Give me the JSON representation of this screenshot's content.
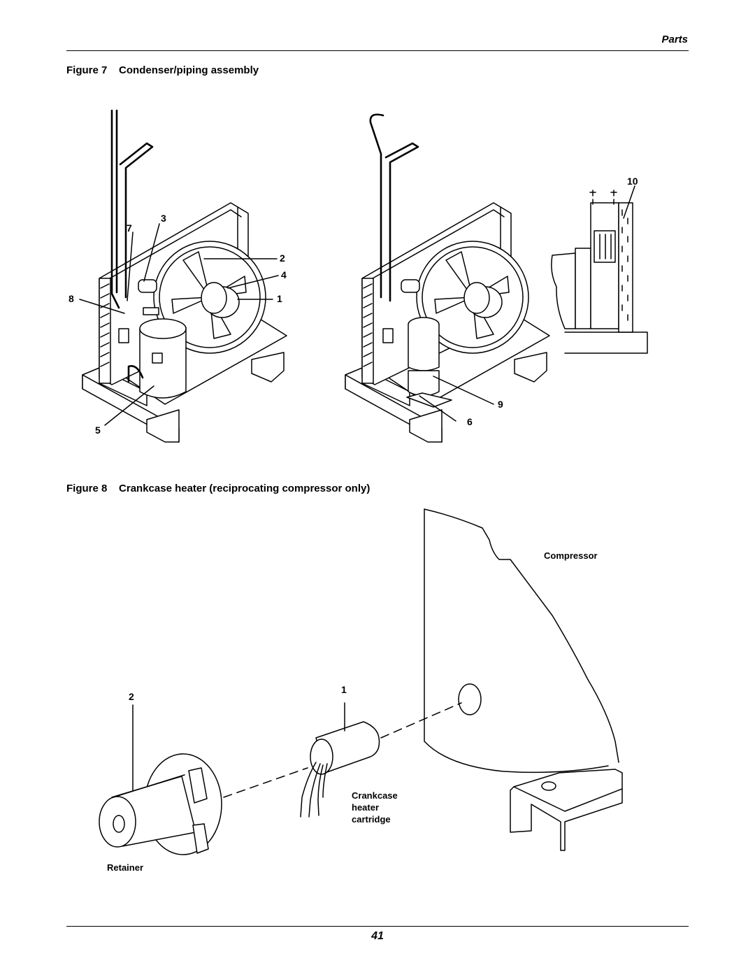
{
  "header": {
    "section": "Parts"
  },
  "figure7": {
    "caption_num": "Figure 7",
    "caption_title": "Condenser/piping assembly",
    "callouts": [
      "7",
      "3",
      "2",
      "4",
      "1",
      "8",
      "5",
      "10",
      "9",
      "6"
    ]
  },
  "figure8": {
    "caption_num": "Figure 8",
    "caption_title": "Crankcase heater (reciprocating compressor only)",
    "labels": {
      "compressor": "Compressor",
      "heater_line1": "Crankcase",
      "heater_line2": "heater",
      "heater_line3": "cartridge",
      "retainer": "Retainer"
    },
    "callouts": [
      "2",
      "1"
    ]
  },
  "footer": {
    "page_number": "41"
  }
}
